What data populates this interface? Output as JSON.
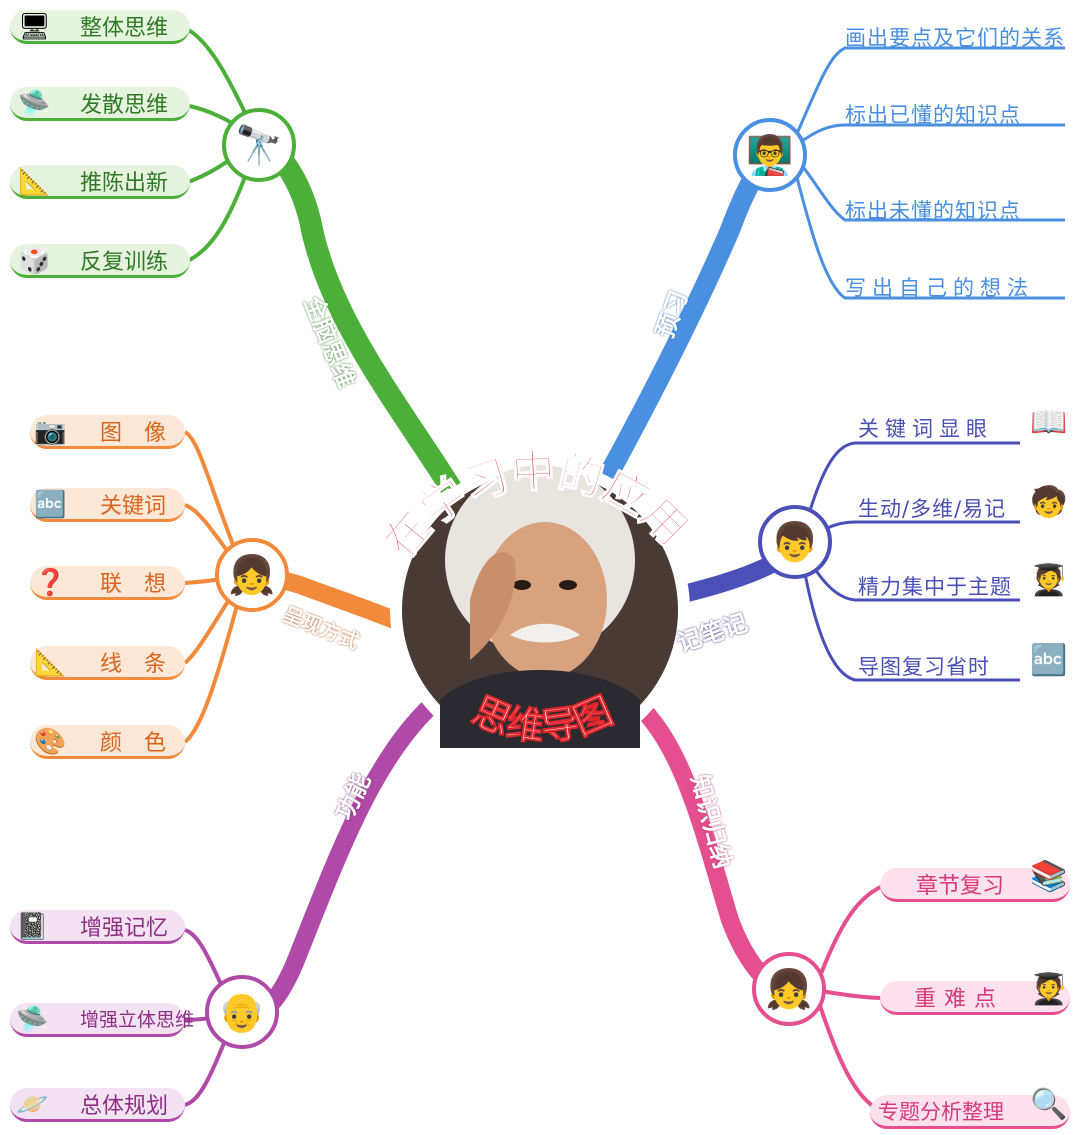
{
  "center": {
    "title": "在学习中的应用",
    "subtitle": "思维导图",
    "accent": "#e0252b"
  },
  "branches": {
    "whole_brain": {
      "title": "全脑思维",
      "color": "#4caf3a",
      "items": [
        "整体思维",
        "发散思维",
        "推陈出新",
        "反复训练"
      ],
      "icons": [
        "monitor-icon",
        "ufo-icon",
        "compass-icon",
        "dice-icon"
      ]
    },
    "preview": {
      "title": "预习",
      "color": "#4a8fe0",
      "items": [
        "画出要点及它们的关系",
        "标出已懂的知识点",
        "标出未懂的知识点",
        "写出自己的想法"
      ]
    },
    "presentation": {
      "title": "呈现方式",
      "color": "#f28a3c",
      "items": [
        "图　像",
        "关键词",
        "联　想",
        "线　条",
        "颜　色"
      ],
      "icons": [
        "camera-icon",
        "abc-blocks-icon",
        "question-icon",
        "compass-icon",
        "paint-icon"
      ]
    },
    "notes": {
      "title": "记笔记",
      "color": "#4b4fb8",
      "items": [
        "关键词显眼",
        "生动/多维/易记",
        "精力集中于主题",
        "导图复习省时"
      ],
      "icons": [
        "reader-icon",
        "kids-icon",
        "desk-icon",
        "abc-blocks-icon"
      ]
    },
    "function": {
      "title": "功能",
      "color": "#b04aa8",
      "items": [
        "增强记忆",
        "增强立体思维",
        "总体规划"
      ],
      "icons": [
        "notebook-icon",
        "ufo-icon",
        "planet-icon"
      ]
    },
    "knowledge": {
      "title": "知识归纳",
      "color": "#e64f8f",
      "items": [
        "章节复习",
        "重难点",
        "专题分析整理"
      ],
      "icons": [
        "reading-girl-icon",
        "student-icon",
        "magnifier-icon"
      ]
    }
  }
}
